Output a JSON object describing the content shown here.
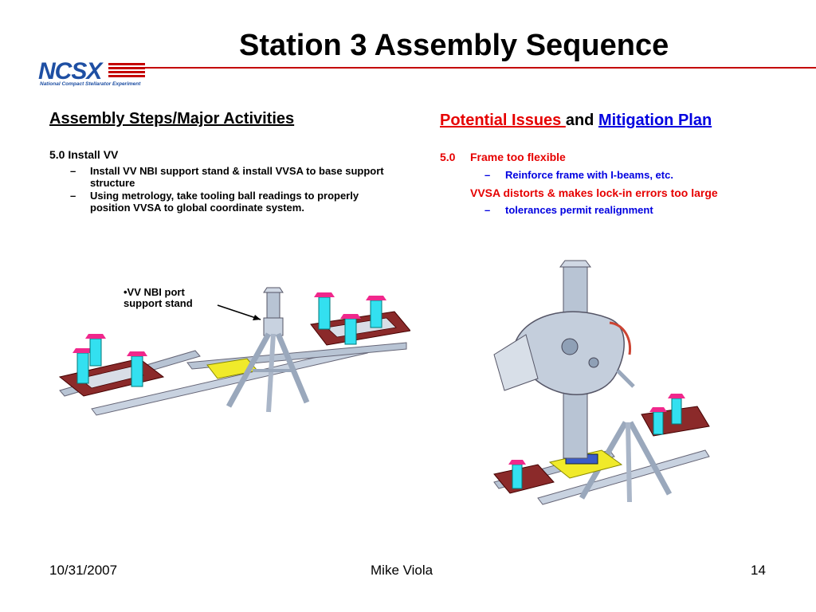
{
  "title": "Station 3 Assembly Sequence",
  "logo": {
    "mark": "NCSX",
    "tagline": "National Compact Stellarator Experiment"
  },
  "left": {
    "heading": "Assembly Steps/Major Activities",
    "section": "5.0 Install VV",
    "bullets": [
      "Install VV NBI support stand & install VVSA to base support structure",
      "Using metrology, take tooling ball readings to properly position VVSA to global coordinate system."
    ],
    "callout": "•VV NBI port\nsupport stand"
  },
  "right": {
    "heading_part1": "Potential Issues ",
    "heading_part2": "and ",
    "heading_part3": "Mitigation Plan",
    "issue1_num": "5.0",
    "issue1": "Frame too flexible",
    "mitigation1": "Reinforce frame with I-beams, etc.",
    "issue2": "VVSA distorts & makes lock-in errors too large",
    "mitigation2": "tolerances permit realignment"
  },
  "footer": {
    "date": "10/31/2007",
    "author": "Mike Viola",
    "page": "14"
  },
  "colors": {
    "accent_red": "#e60000",
    "accent_blue": "#0000e0",
    "logo_blue": "#1e4fa3",
    "frame_red": "#8b2a2a",
    "post_cyan": "#33e0f0",
    "pad_magenta": "#f0288c",
    "steel_gray": "#b8c4d4",
    "plate_yellow": "#f0ea2a"
  }
}
